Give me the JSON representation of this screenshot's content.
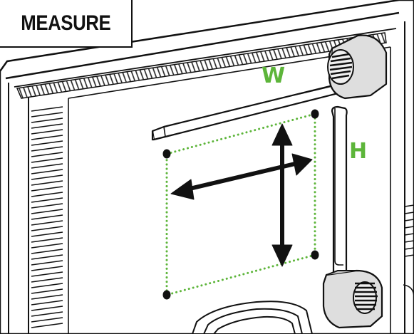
{
  "title": "MEASURE",
  "labels": {
    "width": "W",
    "height": "H"
  },
  "colors": {
    "label": "#5db53a",
    "mount_points": "#5db53a",
    "outline": "#111111",
    "tape_body": "#dedede"
  },
  "icons": [
    "tv-back-panel",
    "tape-measure-icon",
    "double-arrow-icon",
    "mounting-hole-icon"
  ]
}
